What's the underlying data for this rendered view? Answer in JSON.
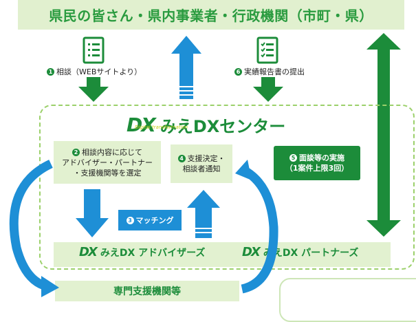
{
  "header": {
    "title": "県民の皆さん・県内事業者・行政機関（市町・県）"
  },
  "steps": {
    "s1": {
      "num": "1",
      "text": "相談（WEBサイトより）"
    },
    "s6": {
      "num": "6",
      "text": "実績報告書の提出"
    },
    "s2": {
      "num": "2",
      "line1": "相談内容に応じて",
      "line2": "アドバイザー・パートナー",
      "line3": "・支援機関等を選定"
    },
    "s4": {
      "num": "4",
      "line1": "支援決定・",
      "line2": "相談者通知"
    },
    "s5": {
      "num": "5",
      "line1": "面談等の実施",
      "line2": "（1案件上限3回）"
    },
    "s3": {
      "num": "3",
      "text": "マッチング"
    }
  },
  "center": {
    "logo": "DX",
    "title": "みえDXセンター",
    "handwriting": "Digital transformation"
  },
  "bottom": {
    "advisors_logo": "DX",
    "advisors": "みえDX アドバイザーズ",
    "partners_logo": "DX",
    "partners": "みえDX パートナーズ",
    "agencies": "専門支援機関等"
  },
  "colors": {
    "green_dark": "#1c8c3a",
    "green_light": "#e2f1d0",
    "blue": "#1e8fd6",
    "title_green": "#2a9b3f"
  },
  "icons": [
    "document-list-icon",
    "document-checklist-icon"
  ]
}
